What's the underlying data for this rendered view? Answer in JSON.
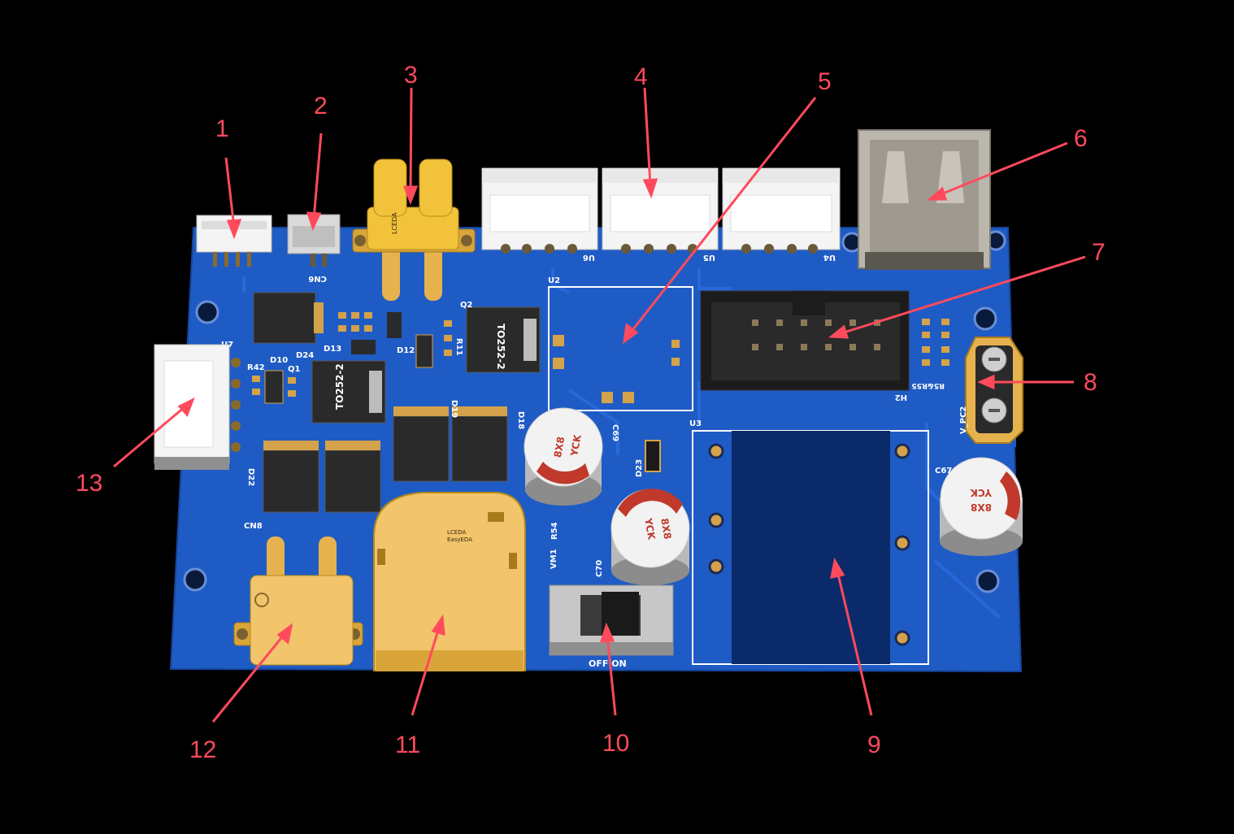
{
  "colors": {
    "background": "#000000",
    "pcb": "#1f5bc4",
    "pcb_dark": "#174aa6",
    "callout": "#ff4a5c",
    "silkscreen": "#ffffff",
    "connector_gold": "#f2c46b",
    "header_white": "#f4f4f4"
  },
  "callouts": [
    {
      "id": "1",
      "label": "1"
    },
    {
      "id": "2",
      "label": "2"
    },
    {
      "id": "3",
      "label": "3"
    },
    {
      "id": "4",
      "label": "4"
    },
    {
      "id": "5",
      "label": "5"
    },
    {
      "id": "6",
      "label": "6"
    },
    {
      "id": "7",
      "label": "7"
    },
    {
      "id": "8",
      "label": "8"
    },
    {
      "id": "9",
      "label": "9"
    },
    {
      "id": "10",
      "label": "10"
    },
    {
      "id": "11",
      "label": "11"
    },
    {
      "id": "12",
      "label": "12"
    },
    {
      "id": "13",
      "label": "13"
    }
  ],
  "silkscreen": {
    "cn6": "CN6",
    "u6": "U6",
    "u5": "U5",
    "u4": "U4",
    "u2": "U2",
    "u3": "U3",
    "u7": "U7",
    "h2": "H2",
    "q1": "Q1",
    "q2": "Q2",
    "d10": "D10",
    "d12": "D12",
    "d13": "D13",
    "d18": "D18",
    "d19": "D19",
    "d22": "D22",
    "d23": "D23",
    "d24": "D24",
    "r42": "R42",
    "r54": "R54",
    "r11": "R11",
    "r5r55": "R5&R55",
    "cn8": "CN8",
    "c69": "C69",
    "c70": "C70",
    "c67": "C67",
    "vm1": "VM1",
    "v_pc2": "V_PC2",
    "to252_a": "TO252-2",
    "to252_b": "TO252-2",
    "switch": "OFF  ON",
    "cap_8x8": "8X8",
    "cap_yck": "YCK",
    "logo_lceda": "LCEDA",
    "logo_easyeda": "EasyEDA"
  }
}
